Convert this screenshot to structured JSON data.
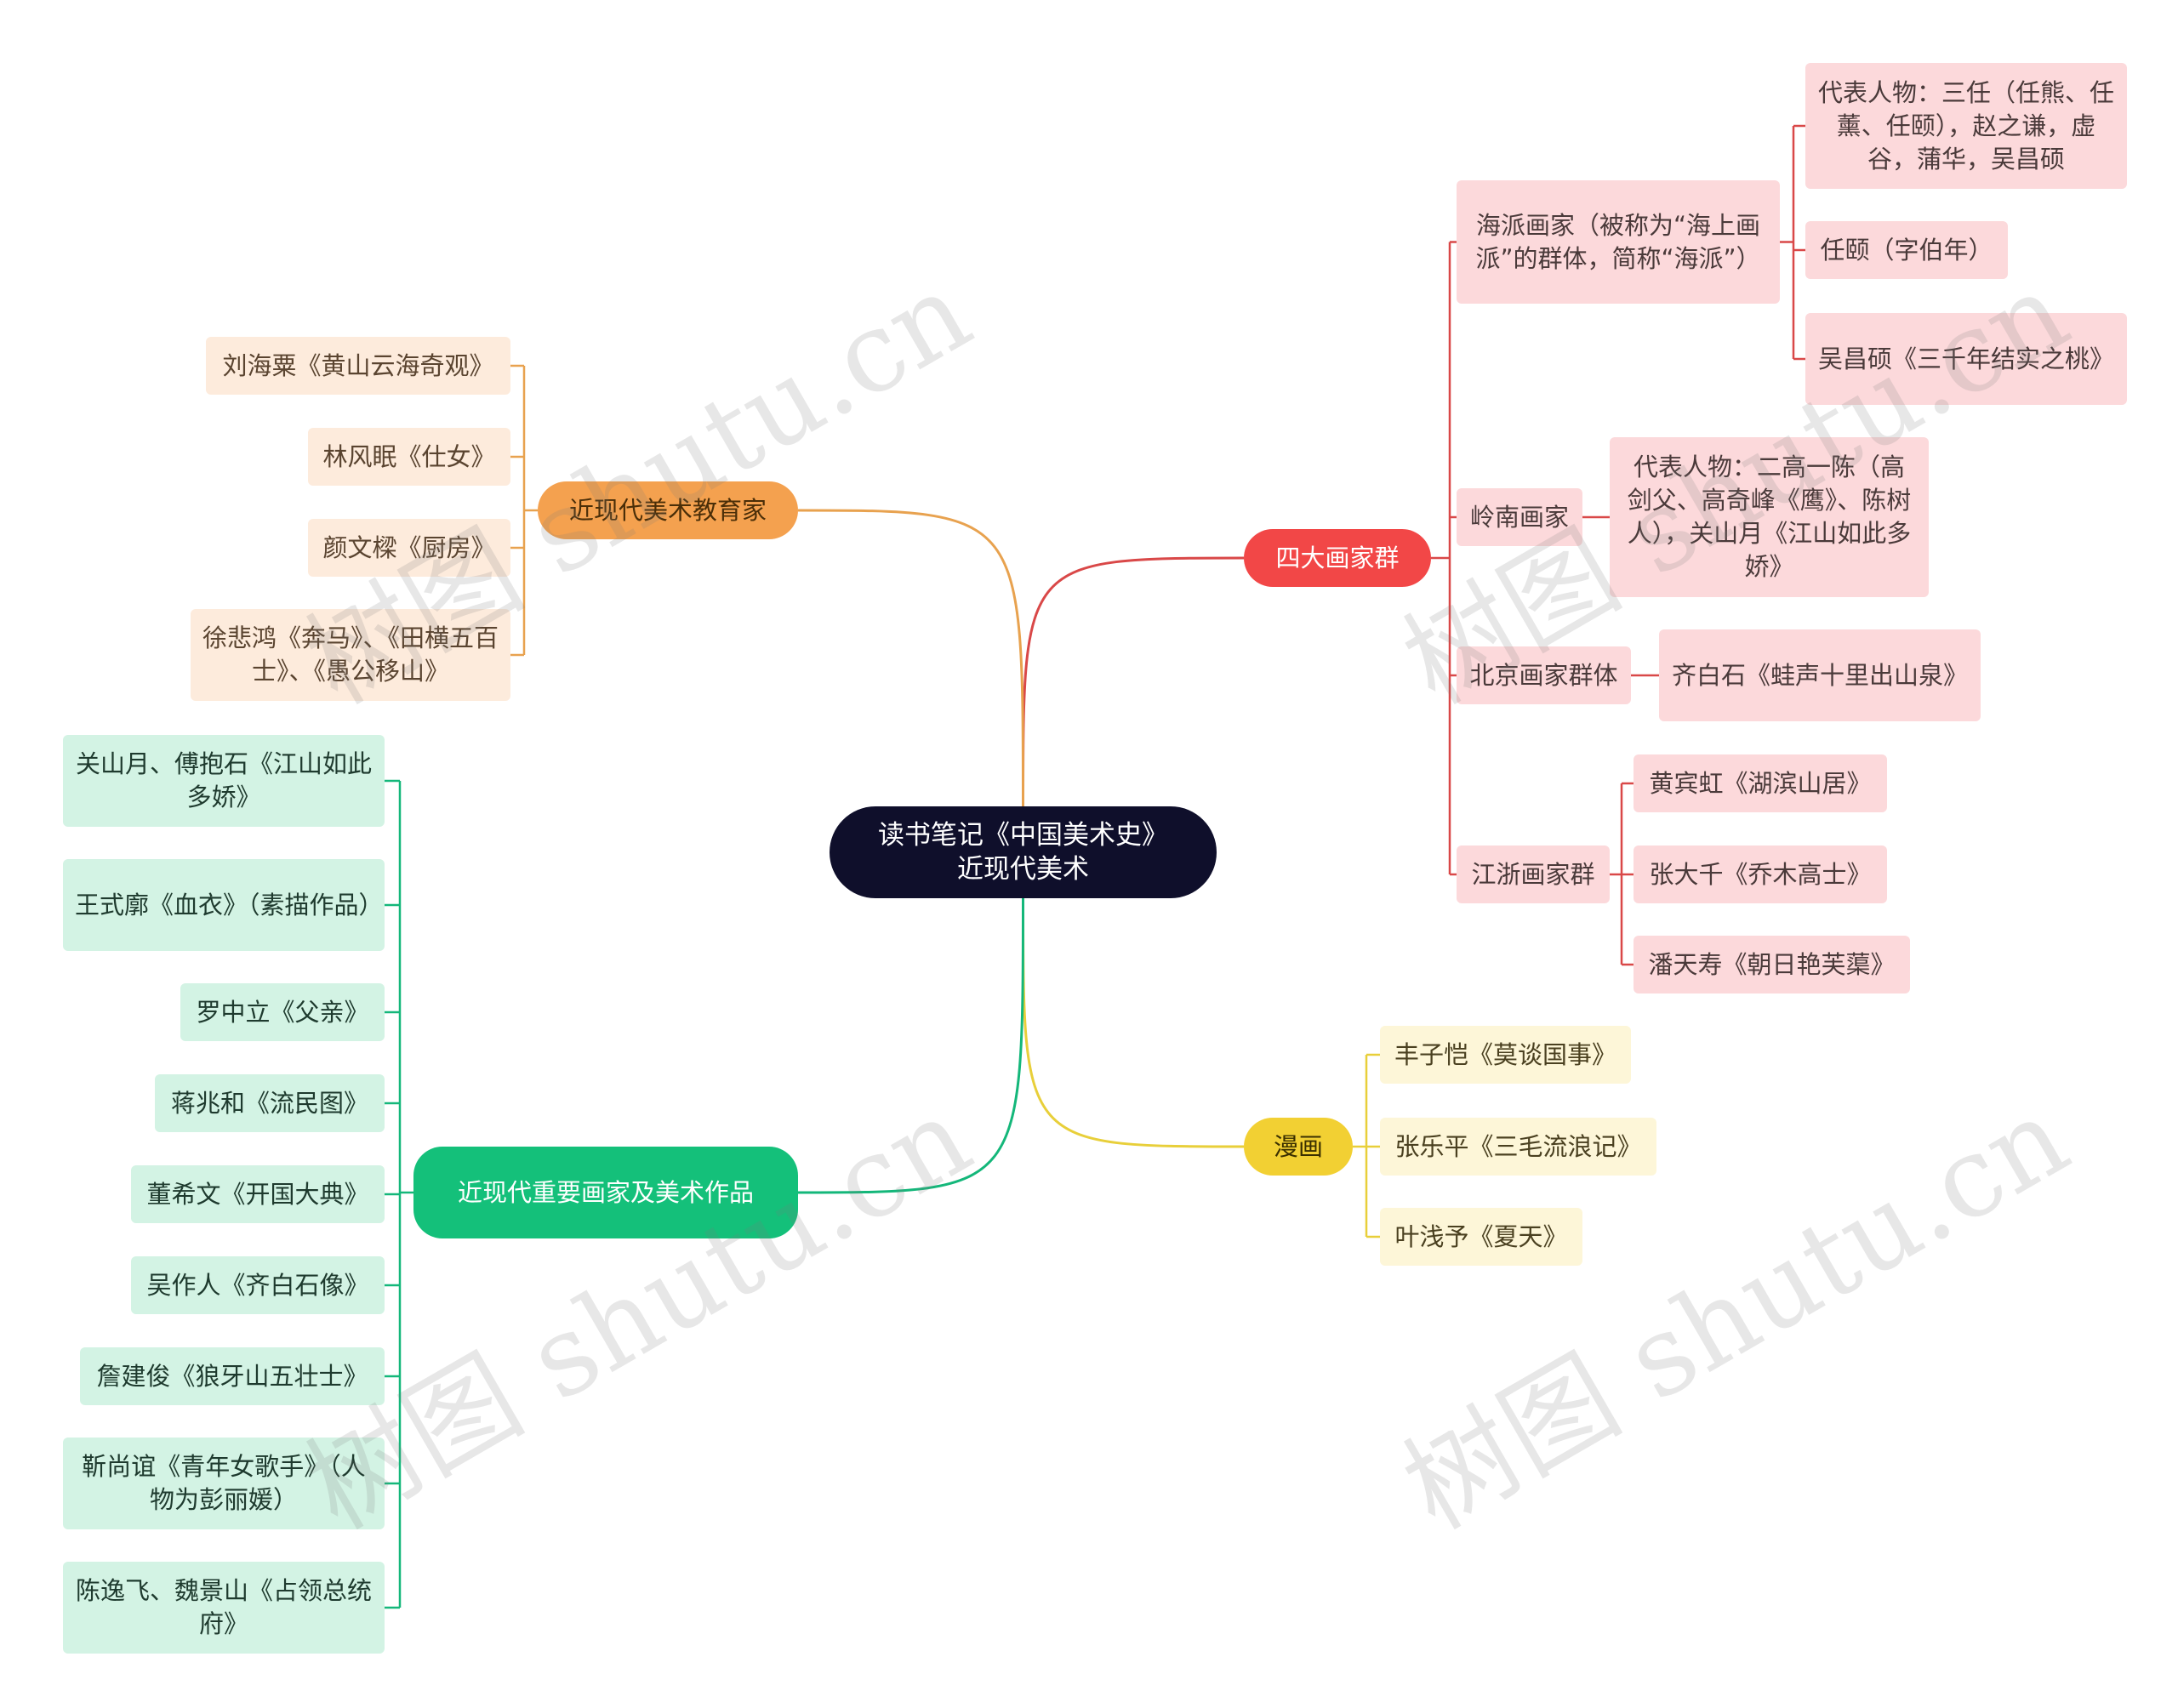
{
  "root": {
    "line1": "读书笔记《中国美术史》",
    "line2": "近现代美术"
  },
  "branches": {
    "painters_groups": {
      "label": "四大画家群",
      "haipai": {
        "label": "海派画家（被称为“海上画派”的群体，简称“海派”）",
        "children": [
          "代表人物：三任（任熊、任薰、任颐），赵之谦，虚谷，蒲华，吴昌硕",
          "任颐（字伯年）",
          "吴昌硕《三千年结实之桃》"
        ]
      },
      "lingnan": {
        "label": "岭南画家",
        "children": [
          "代表人物：二高一陈（高剑父、高奇峰《鹰》、陈树人），关山月《江山如此多娇》"
        ]
      },
      "beijing": {
        "label": "北京画家群体",
        "children": [
          "齐白石《蛙声十里出山泉》"
        ]
      },
      "jiangzhe": {
        "label": "江浙画家群",
        "children": [
          "黄宾虹《湖滨山居》",
          "张大千《乔木高士》",
          "潘天寿《朝日艳芙蕖》"
        ]
      }
    },
    "comics": {
      "label": "漫画",
      "children": [
        "丰子恺《莫谈国事》",
        "张乐平《三毛流浪记》",
        "叶浅予《夏天》"
      ]
    },
    "educators": {
      "label": "近现代美术教育家",
      "children": [
        "刘海粟《黄山云海奇观》",
        "林风眠《仕女》",
        "颜文樑《厨房》",
        "徐悲鸿《奔马》、《田横五百士》、《愚公移山》"
      ]
    },
    "works": {
      "label": "近现代重要画家及美术作品",
      "children": [
        "关山月、傅抱石《江山如此多娇》",
        "王式廓《血衣》（素描作品）",
        "罗中立《父亲》",
        "蒋兆和《流民图》",
        "董希文《开国大典》",
        "吴作人《齐白石像》",
        "詹建俊《狼牙山五壮士》",
        "靳尚谊《青年女歌手》（人物为彭丽媛）",
        "陈逸飞、魏景山《占领总统府》"
      ]
    }
  },
  "watermark": "树图 shutu.cn",
  "colors": {
    "red": "#d94848",
    "orange": "#e8a24f",
    "green": "#14b77a",
    "yellow": "#e8cf3a",
    "root": "#0f0f2b"
  }
}
